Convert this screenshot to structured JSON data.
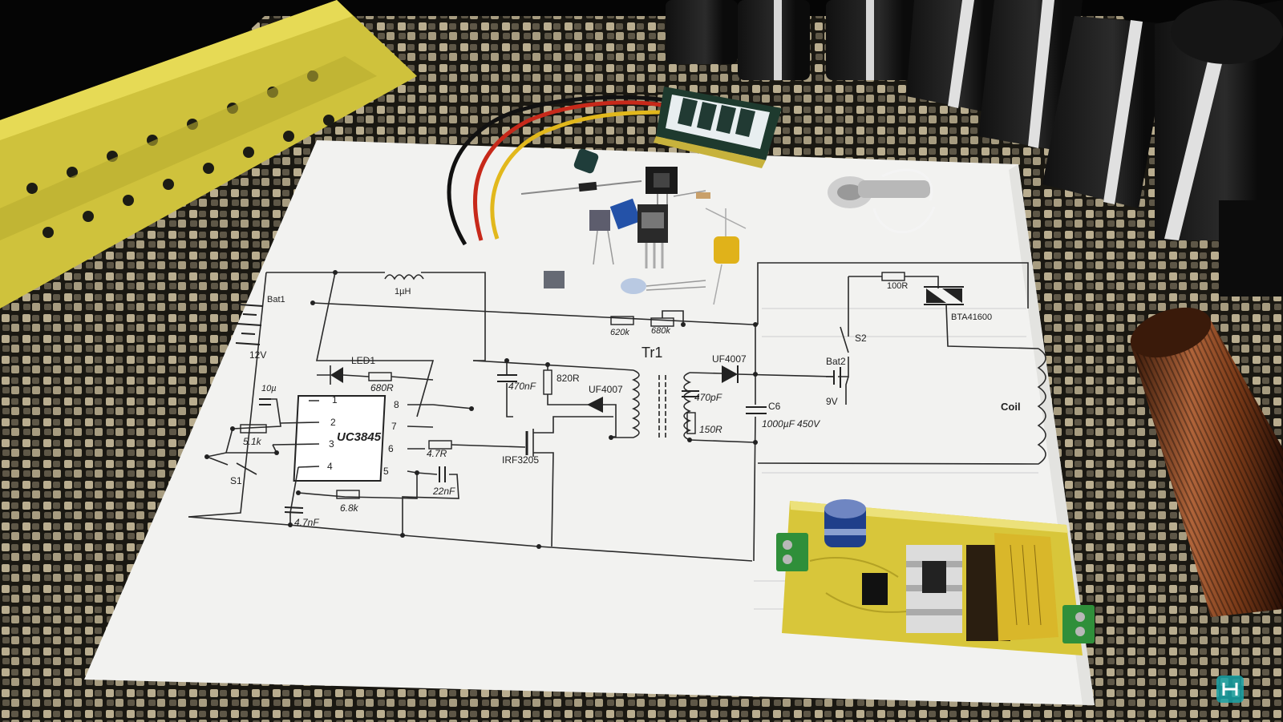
{
  "schematic": {
    "labels": {
      "bat1": "Bat1",
      "bat1_voltage": "12V",
      "inductor": "1µH",
      "led": "LED1",
      "r_680": "680R",
      "cap_10u": "10µ",
      "r_5k1": "5.1k",
      "ic": "UC3845",
      "r_4k7": "4.7R",
      "cap_22n": "22nF",
      "r_6k8": "6.8k",
      "cap_4n7": "4.7nF",
      "switch_s1": "S1",
      "cap_470n": "470nF",
      "r_820": "820R",
      "diode1": "UF4007",
      "mosfet": "IRF3205",
      "transformer": "Tr1",
      "diode2": "UF4007",
      "cap_470p": "470pF",
      "r_150": "150R",
      "cap_c6": "C6",
      "cap_c6_value": "1000µF 450V",
      "r_620k": "620k",
      "r_680k": "680k",
      "r_100": "100R",
      "triac": "BTA41600",
      "switch_s2": "S2",
      "bat2": "Bat2",
      "bat2_voltage": "9V",
      "coil": "Coil"
    },
    "ic_pins": [
      "1",
      "2",
      "3",
      "4",
      "8",
      "7",
      "6",
      "5"
    ]
  },
  "colors": {
    "background": "#050505",
    "paper": "#f2f2f0",
    "pcb": "#d8c63a",
    "copper": "#8a4a22",
    "terminal": "#2f8f3a"
  },
  "icons": [
    "watermark-logo-icon"
  ]
}
